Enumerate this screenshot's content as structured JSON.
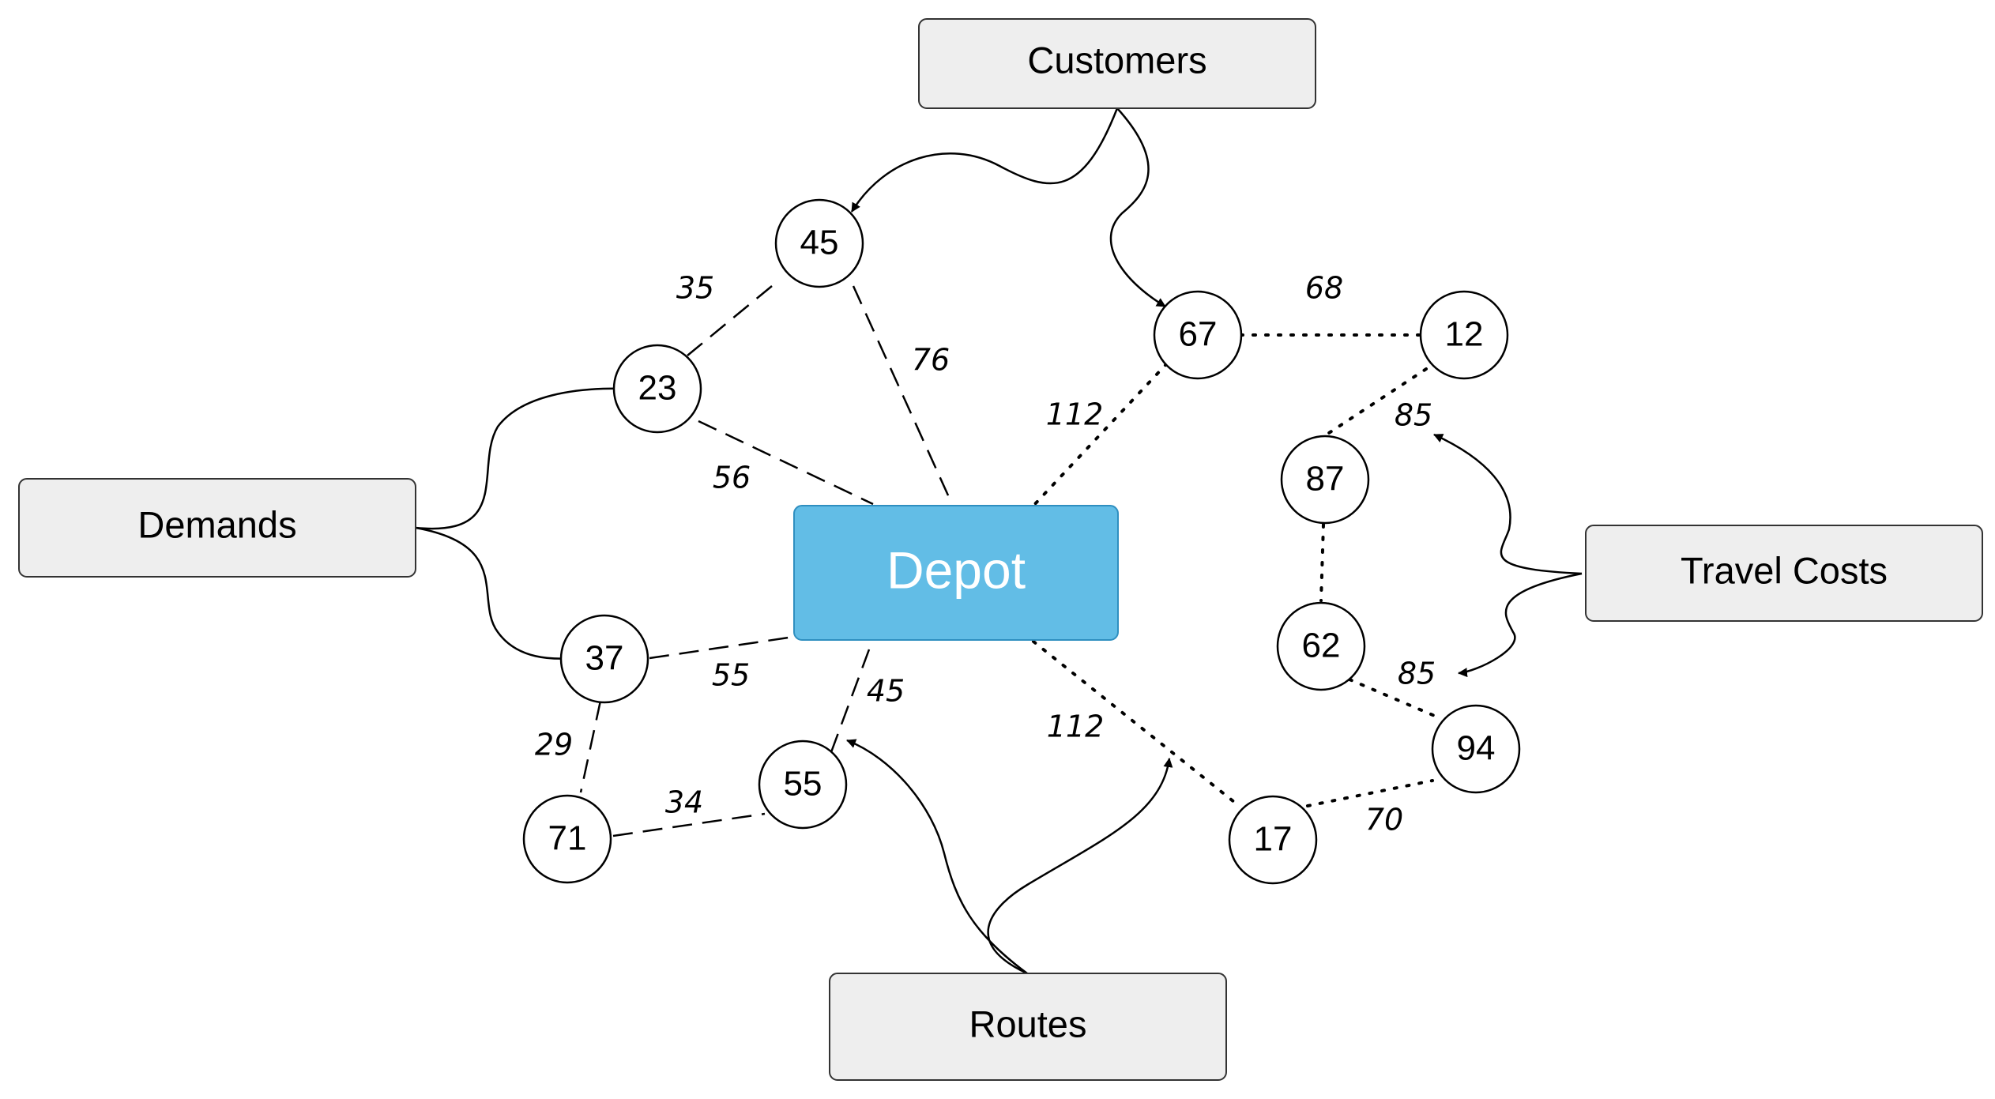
{
  "categories": {
    "customers": "Customers",
    "demands": "Demands",
    "travel_costs": "Travel Costs",
    "routes": "Routes"
  },
  "depot": "Depot",
  "nodes": {
    "n45": "45",
    "n67": "67",
    "n12": "12",
    "n23": "23",
    "n87": "87",
    "n62": "62",
    "n37": "37",
    "n94": "94",
    "n55": "55",
    "n71": "71",
    "n17": "17"
  },
  "edges": {
    "e45_23": "35",
    "e45_depot": "76",
    "e23_depot": "56",
    "e67_depot": "112",
    "e67_12": "68",
    "e12_87": "85",
    "e62_94": "85",
    "e37_depot": "55",
    "e55_depot": "45",
    "e37_71": "29",
    "e71_55": "34",
    "e17_depot": "112",
    "e17_94": "70"
  }
}
